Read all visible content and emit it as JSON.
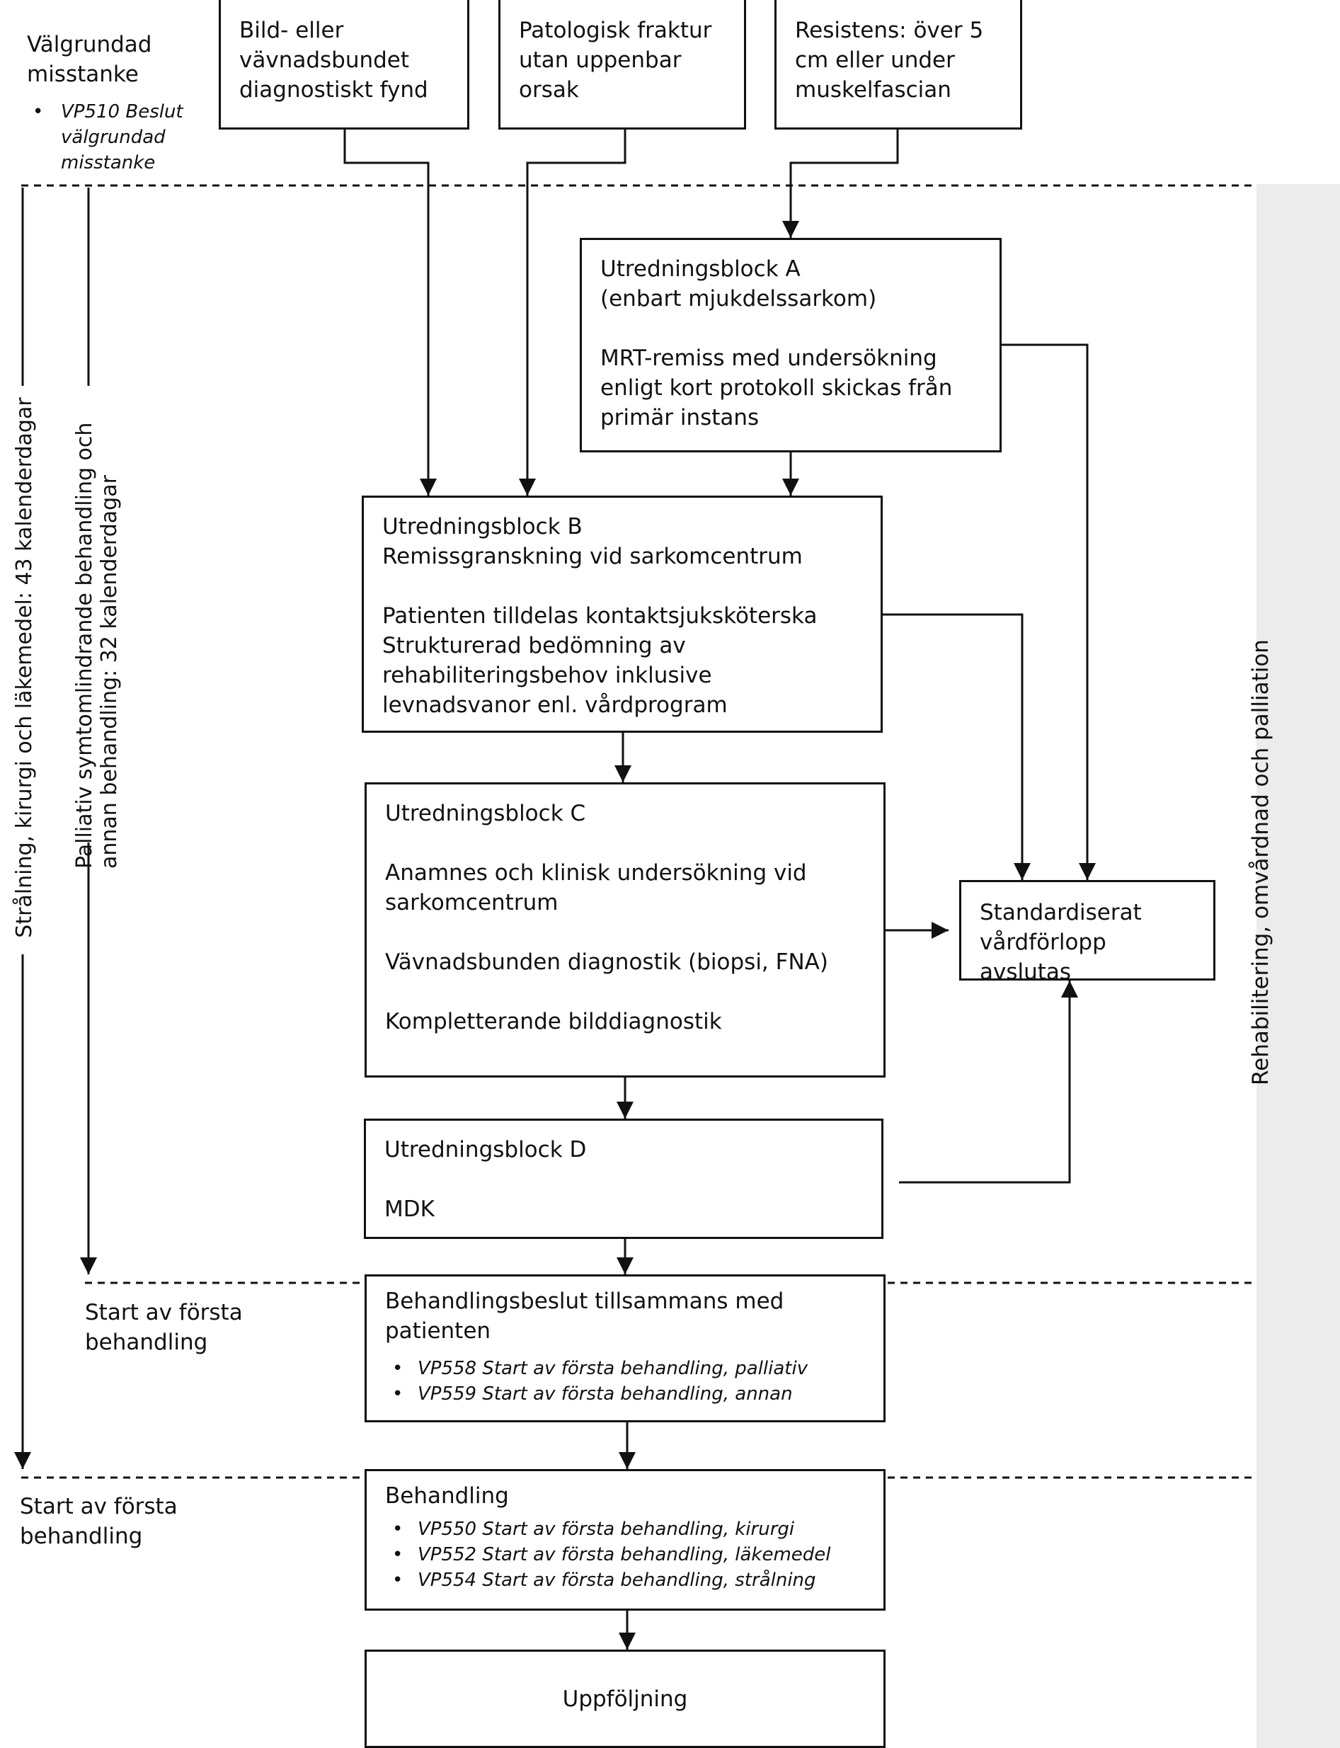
{
  "header": {
    "title": "Välgrundad misstanke",
    "note": "VP510 Beslut välgrundad misstanke"
  },
  "entry_boxes": [
    {
      "text": "Bild- eller vävnadsbundet diagnostiskt fynd"
    },
    {
      "text": "Patologisk fraktur utan uppenbar orsak"
    },
    {
      "text": "Resistens: över 5 cm eller under muskelfascian"
    }
  ],
  "block_a": {
    "title": "Utredningsblock A",
    "subtitle": "(enbart mjukdelssarkom)",
    "body": "MRT-remiss med undersökning enligt kort protokoll skickas från primär instans"
  },
  "block_b": {
    "title": "Utredningsblock B",
    "subtitle": "Remissgranskning vid sarkomcentrum",
    "body1": "Patienten tilldelas kontaktsjuksköterska",
    "body2": "Strukturerad bedömning av rehabiliteringsbehov inklusive levnadsvanor enl. vårdprogram"
  },
  "block_c": {
    "title": "Utredningsblock C",
    "item1": "Anamnes och klinisk undersökning vid sarkomcentrum",
    "item2": "Vävnadsbunden diagnostik (biopsi, FNA)",
    "item3": "Kompletterande bilddiagnostik"
  },
  "block_d": {
    "title": "Utredningsblock D",
    "body": "MDK"
  },
  "end_box": {
    "text": "Standardiserat vårdförlopp avslutas"
  },
  "decision_box": {
    "title": "Behandlingsbeslut tillsammans med patienten",
    "bullets": [
      "VP558 Start av första behandling, palliativ",
      "VP559 Start av första behandling, annan"
    ]
  },
  "treatment_box": {
    "title": "Behandling",
    "bullets": [
      "VP550 Start av första behandling, kirurgi",
      "VP552 Start av första behandling, läkemedel",
      "VP554 Start av första behandling, strålning"
    ]
  },
  "followup_box": {
    "text": "Uppföljning"
  },
  "timelines": {
    "outer": "Strålning, kirurgi och läkemedel: 43 kalenderdagar",
    "inner_line1": "Palliativ symtomlindrande behandling och",
    "inner_line2": "annan behandling: 32 kalenderdagar"
  },
  "milestones": {
    "start_first_1": "Start av första behandling",
    "start_first_2": "Start av första behandling"
  },
  "sidebar": {
    "text": "Rehabilitering, omvårdnad och palliation"
  },
  "colors": {
    "line": "#111111",
    "sidebar": "#ececec"
  }
}
